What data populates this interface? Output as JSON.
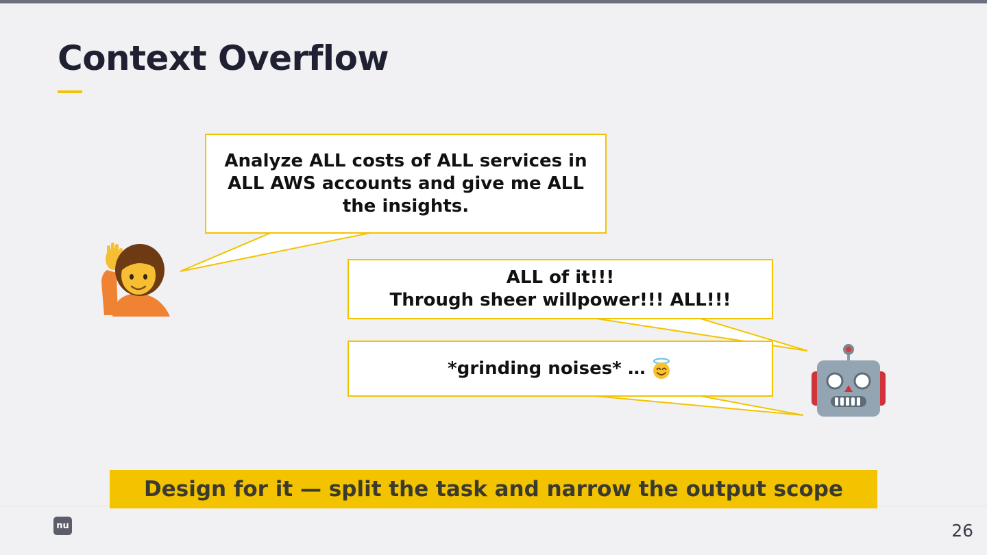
{
  "slide": {
    "title": "Context Overflow",
    "page_number": "26"
  },
  "bubbles": {
    "user_prompt": "Analyze ALL costs of ALL services in ALL AWS accounts and give me ALL the insights.",
    "robot_line_1": "ALL of it!!!",
    "robot_line_2": "Through sheer willpower!!! ALL!!!",
    "robot_reply_2": "*grinding noises* …"
  },
  "icons": {
    "person": "person-raising-hand-icon",
    "robot": "robot-face-icon",
    "halo_emoji": "smiling-face-with-halo-icon",
    "logo": "nu-logo"
  },
  "banner": {
    "text": "Design for it — split the task and narrow the output scope"
  },
  "logo": {
    "text": "nu"
  },
  "colors": {
    "accent": "#f3c300",
    "background": "#f1f1f3",
    "title": "#1f2133",
    "top_bar": "#6c6f7d"
  }
}
